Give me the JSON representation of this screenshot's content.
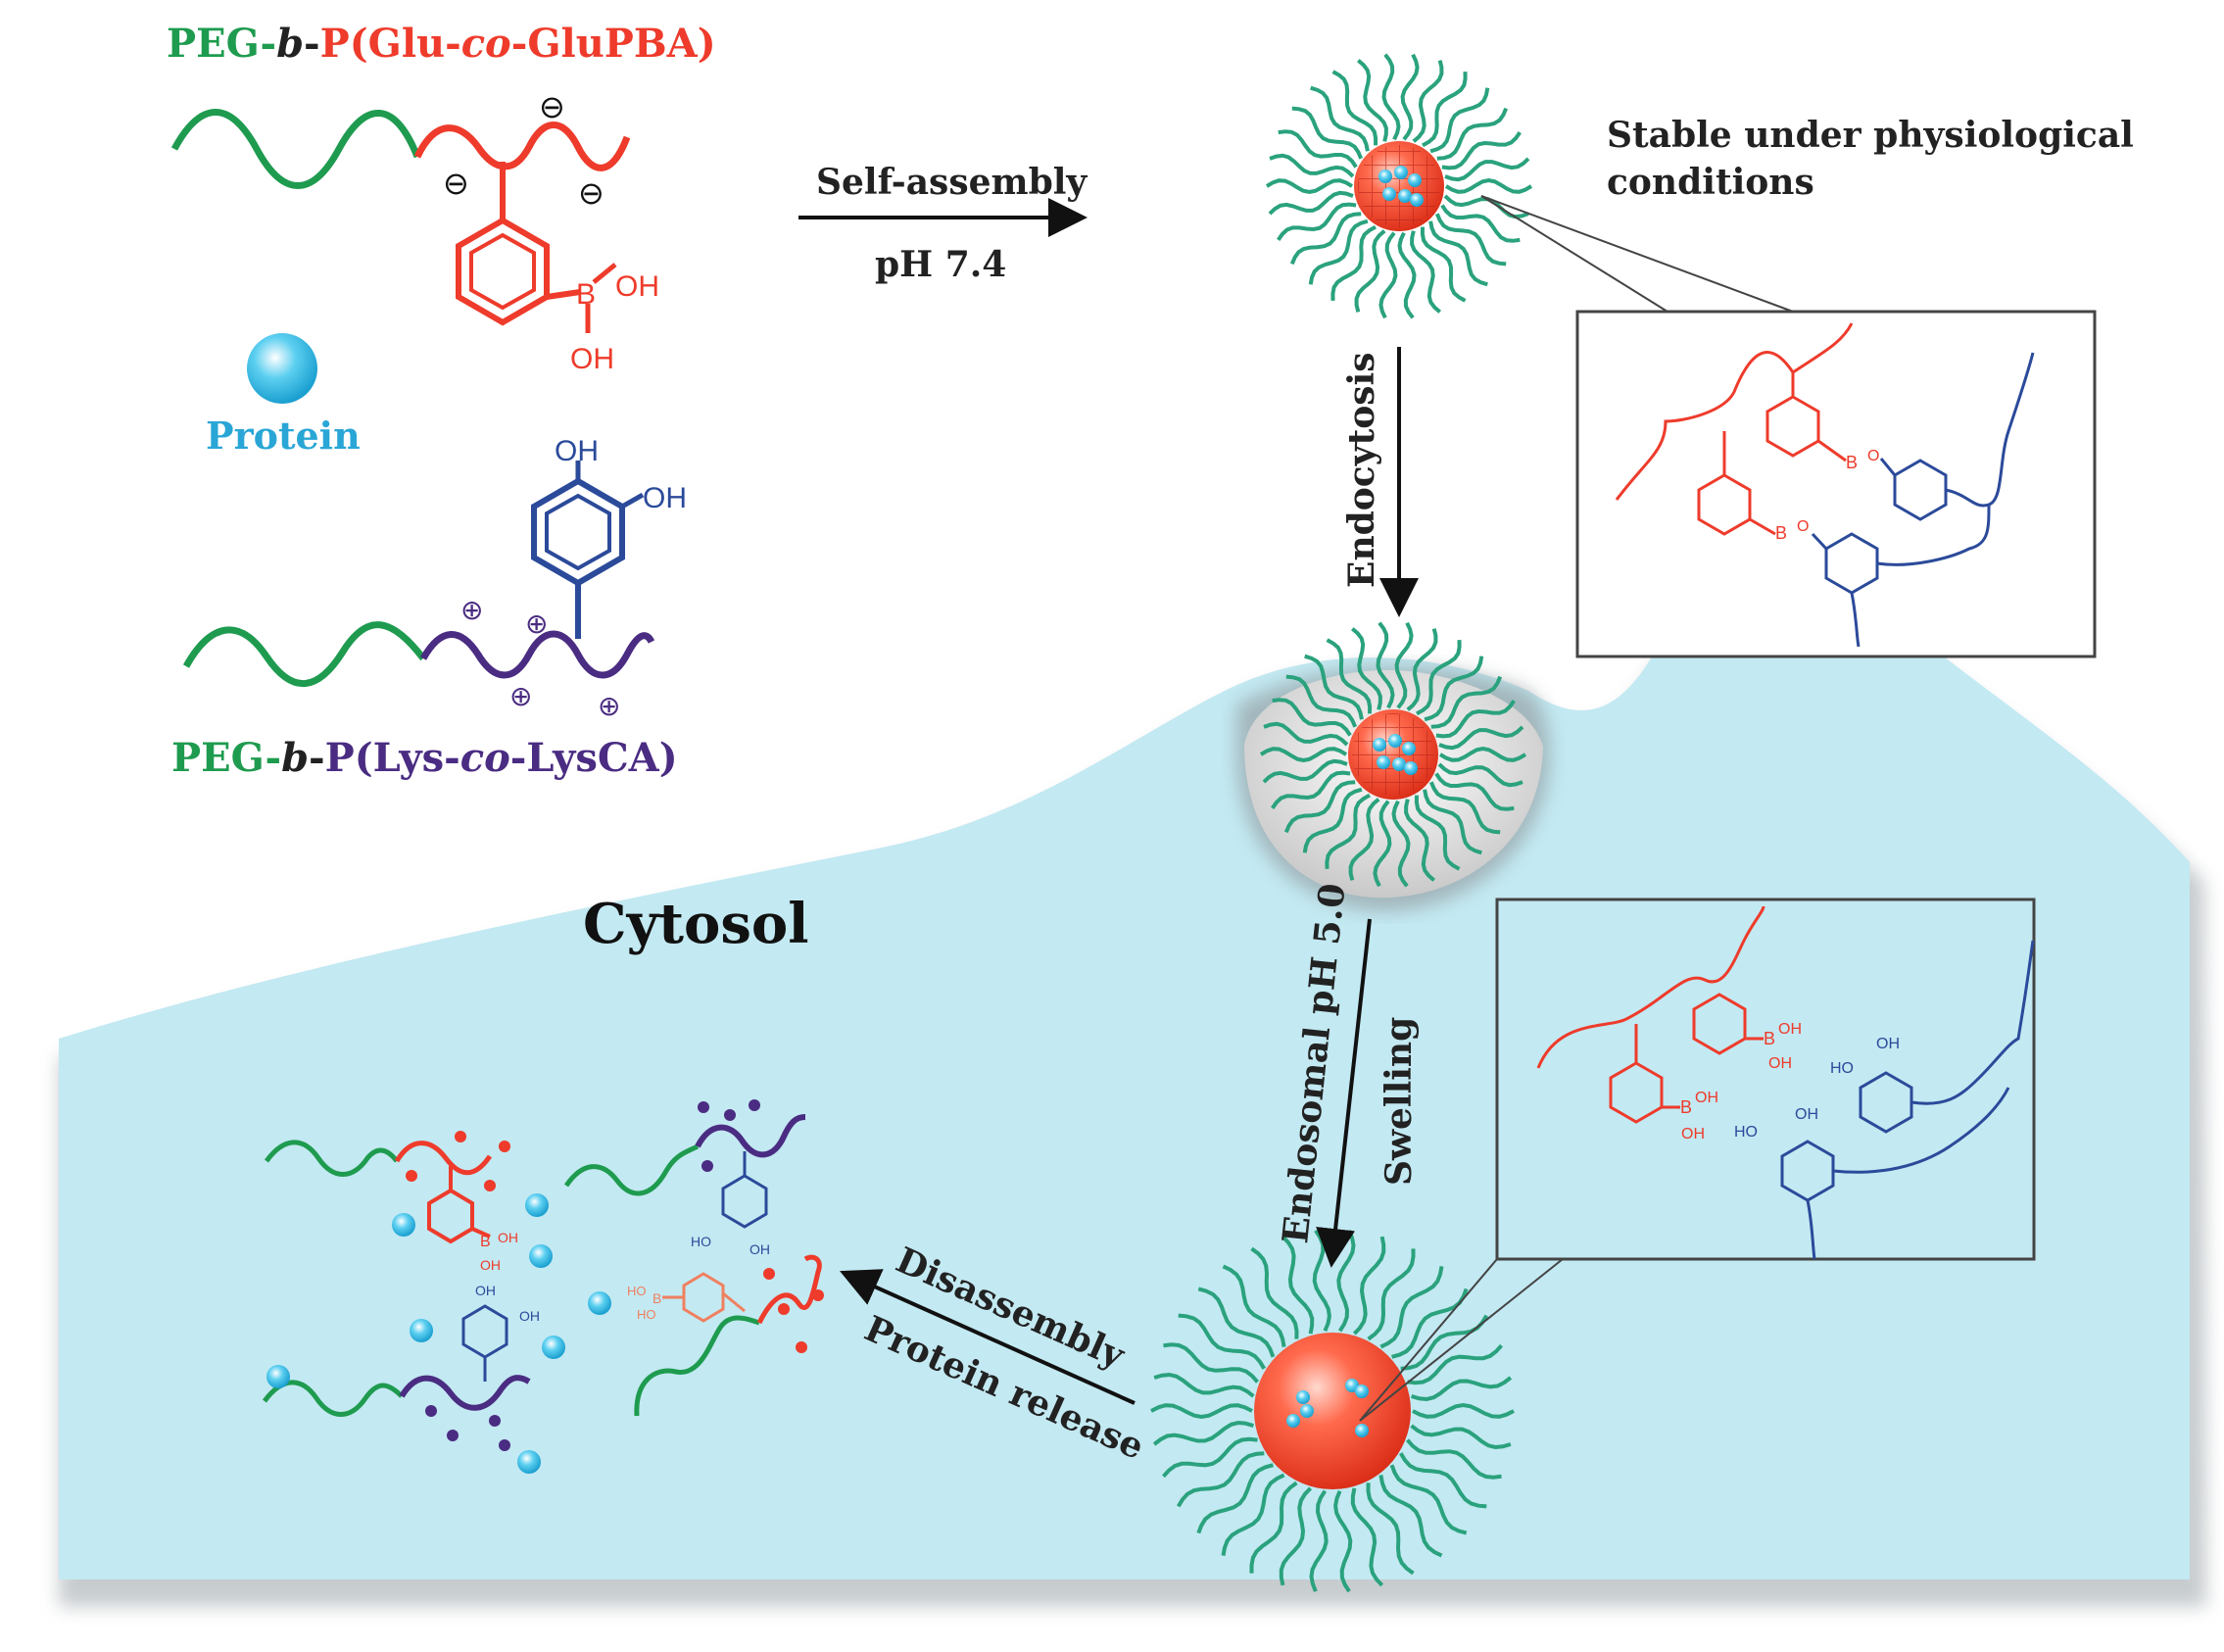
{
  "polymer_top": {
    "peg": "PEG",
    "dash1": "-",
    "b": "b",
    "dash2": "-",
    "p_open": "P(Glu-",
    "co": "co",
    "p_close": "-GluPBA)"
  },
  "polymer_bottom": {
    "peg": "PEG",
    "dash1": "-",
    "b": "b",
    "dash2": "-",
    "p_open": "P(Lys-",
    "co": "co",
    "p_close": "-LysCA)"
  },
  "protein_label": "Protein",
  "arrows": {
    "self_assembly": "Self-assembly",
    "ph_74": "pH 7.4",
    "endocytosis": "Endocytosis",
    "endosomal_ph": "Endosomal pH 5.0",
    "swelling": "Swelling",
    "disassembly": "Disassembly",
    "protein_release": "Protein release"
  },
  "stable_note": [
    "Stable under physiological",
    "conditions"
  ],
  "cytosol_label": "Cytosol",
  "chem": {
    "oh": "OH",
    "b": "B",
    "o": "O",
    "ho": "HO",
    "minus": "⊖",
    "plus": "⊕"
  },
  "colors": {
    "peg": "#1e9b4f",
    "glu": "#ee3b2b",
    "lys": "#4a2c82",
    "catechol": "#2b4a9a",
    "protein": "#29b6e0",
    "cytosol": "#c3e9f2",
    "micelle_core": "#ee3b2b",
    "corona": "#2aa27d"
  }
}
